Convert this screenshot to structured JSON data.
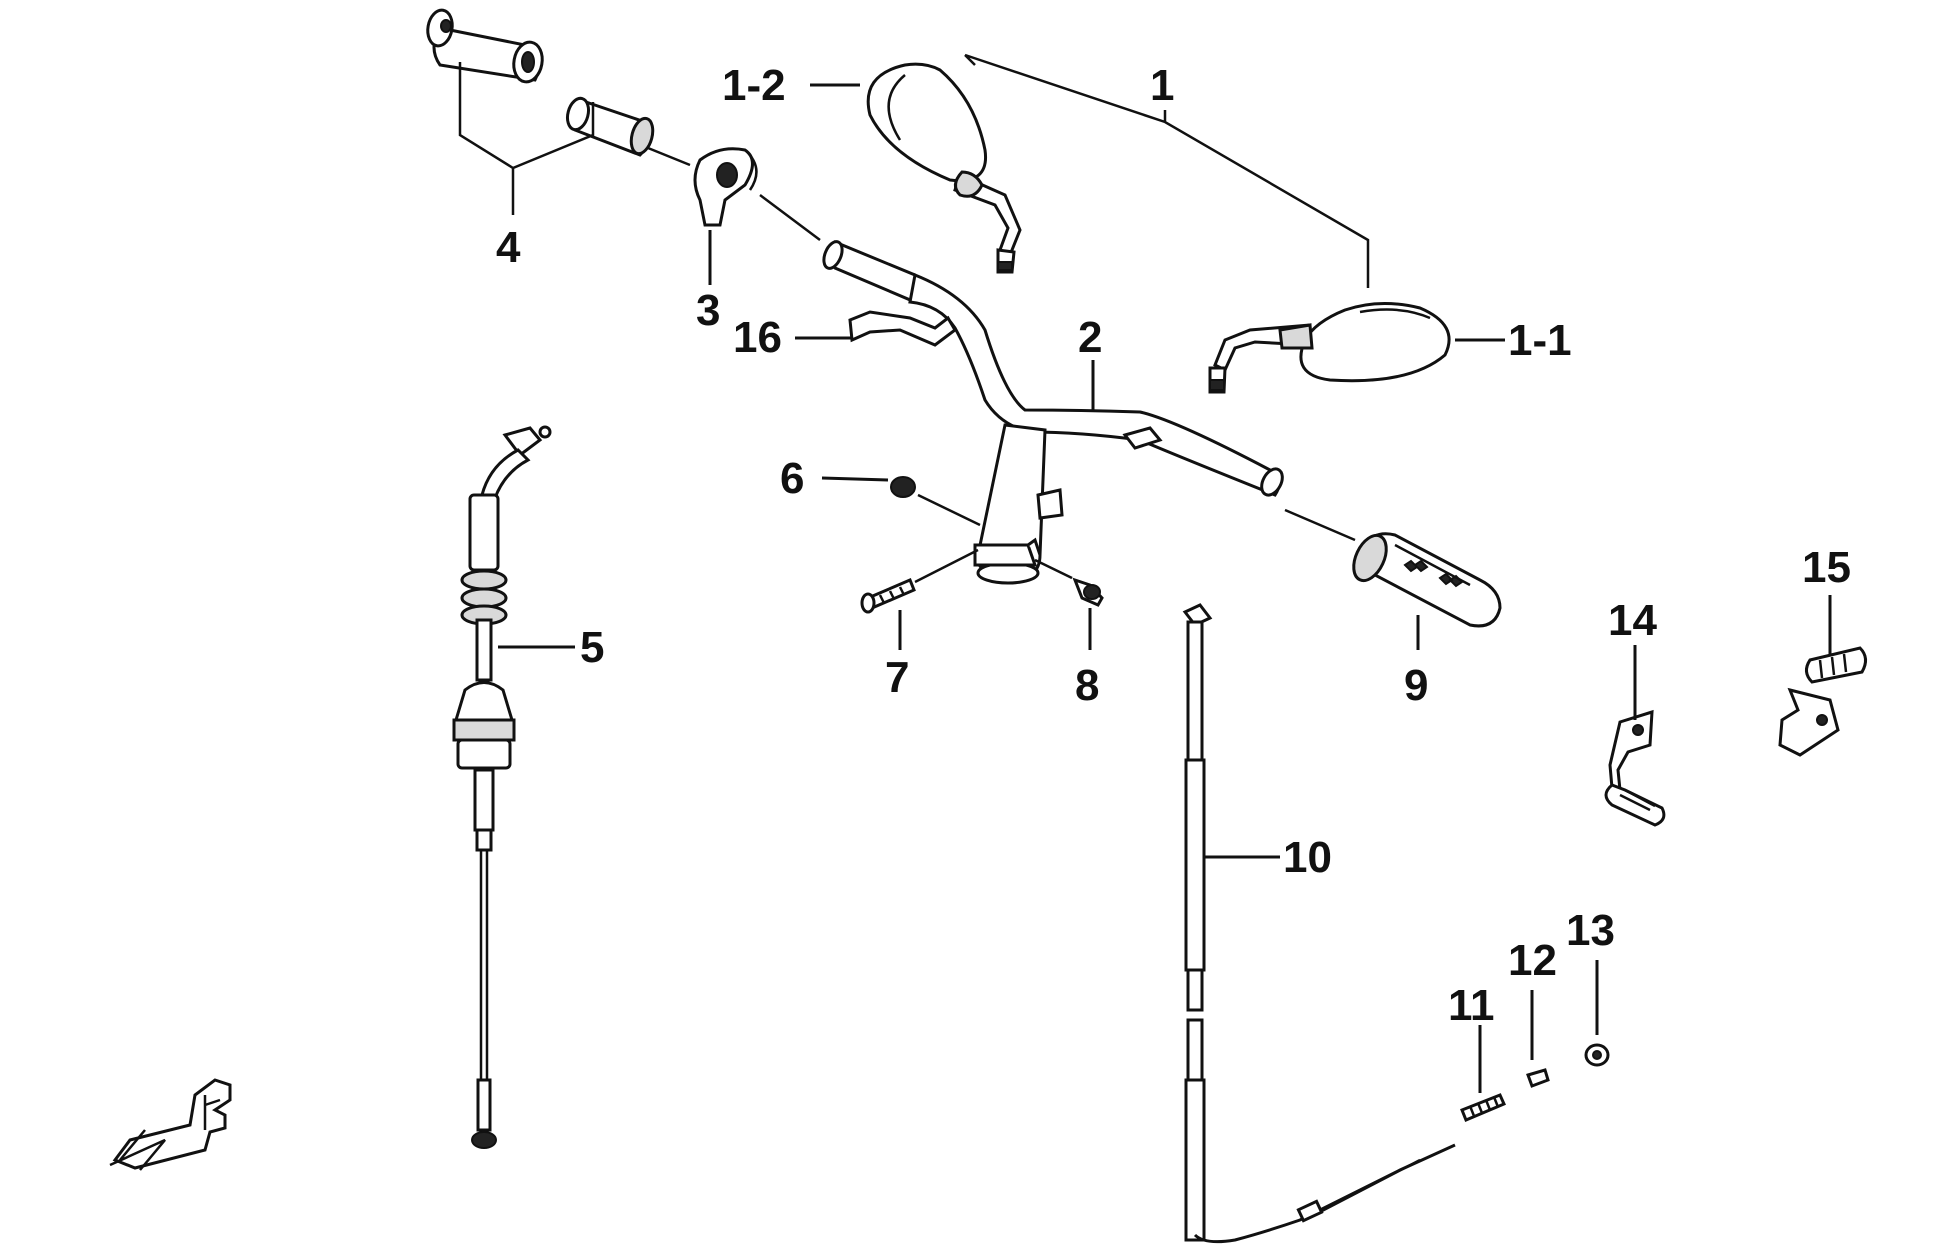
{
  "labels": {
    "l1": "1",
    "l1_1": "1-1",
    "l1_2": "1-2",
    "l2": "2",
    "l3": "3",
    "l4": "4",
    "l5": "5",
    "l6": "6",
    "l7": "7",
    "l8": "8",
    "l9": "9",
    "l10": "10",
    "l11": "11",
    "l12": "12",
    "l13": "13",
    "l14": "14",
    "l15": "15",
    "l16": "16"
  },
  "colors": {
    "ink": "#111111",
    "paper": "#ffffff"
  }
}
